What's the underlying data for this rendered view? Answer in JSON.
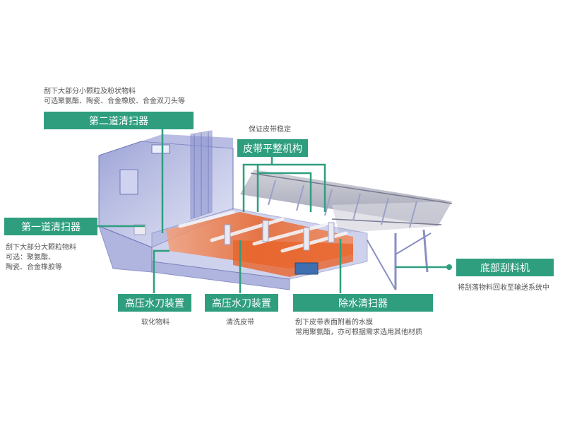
{
  "labels": {
    "second_cleaner": "第二道清扫器",
    "belt_leveling": "皮带平整机构",
    "first_cleaner": "第一道清扫器",
    "bottom_scraper": "底部刮料机",
    "hp_knife_1": "高压水刀装置",
    "hp_knife_2": "高压水刀装置",
    "water_cleaner": "除水清扫器"
  },
  "notes": {
    "second_cleaner": [
      "刮下大部分小颗粒及粉状物料",
      "可选聚氨酯、陶瓷、合金橡胶、合金双刀头等"
    ],
    "belt_leveling": [
      "保证皮带稳定"
    ],
    "first_cleaner": [
      "刮下大部分大颗粒物料",
      "可选：聚氨酯、",
      "陶瓷、合金橡胶等"
    ],
    "bottom_scraper": [
      "将刮落物料回收至输送系统中"
    ],
    "hp_knife_1": [
      "软化物料"
    ],
    "hp_knife_2": [
      "清洗皮带"
    ],
    "water_cleaner": [
      "刮下皮带表面附着的水膜",
      "常用聚氨酯，亦可根据需求选用其他材质"
    ]
  },
  "colors": {
    "label_bg": "#2f9e7f",
    "leader": "#2f9e7f",
    "frame": "#8a8fc4",
    "hot": "#e8642a"
  }
}
